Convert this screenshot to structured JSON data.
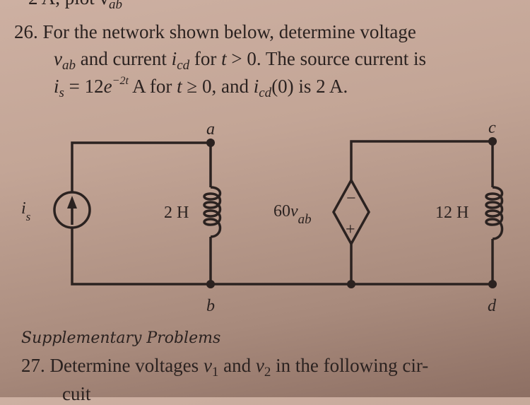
{
  "previous_fragment": "2 A, plot v",
  "previous_fragment_sub": "ab",
  "problem26": {
    "number": "26.",
    "line1": "For the network shown below, determine voltage",
    "line2_var1": "v",
    "line2_sub1": "ab",
    "line2_text1": " and current ",
    "line2_var2": "i",
    "line2_sub2": "cd",
    "line2_text2": " for ",
    "line2_t": "t",
    "line2_text3": " > 0. The source current is",
    "line3_var": "i",
    "line3_sub": "s",
    "line3_text1": " = 12",
    "line3_e": "e",
    "line3_exp": "−2t",
    "line3_text2": " A for ",
    "line3_t": "t",
    "line3_text3": " ≥ 0, and ",
    "line3_var2": "i",
    "line3_sub2": "cd",
    "line3_text4": "(0) is 2 A."
  },
  "circuit": {
    "node_a": "a",
    "node_b": "b",
    "node_c": "c",
    "node_d": "d",
    "source_label": "i",
    "source_label_sub": "s",
    "inductor1": "2 H",
    "inductor2": "12 H",
    "dependent_source": "60",
    "dependent_var": "v",
    "dependent_sub": "ab",
    "minus": "−",
    "plus": "+"
  },
  "supplementary": {
    "heading": "Supplementary Problems",
    "number": "27.",
    "line1_a": "Determine voltages ",
    "v1": "v",
    "v1_sub": "1",
    "and": " and ",
    "v2": "v",
    "v2_sub": "2",
    "line1_b": " in the following cir-",
    "line2": "cuit"
  }
}
